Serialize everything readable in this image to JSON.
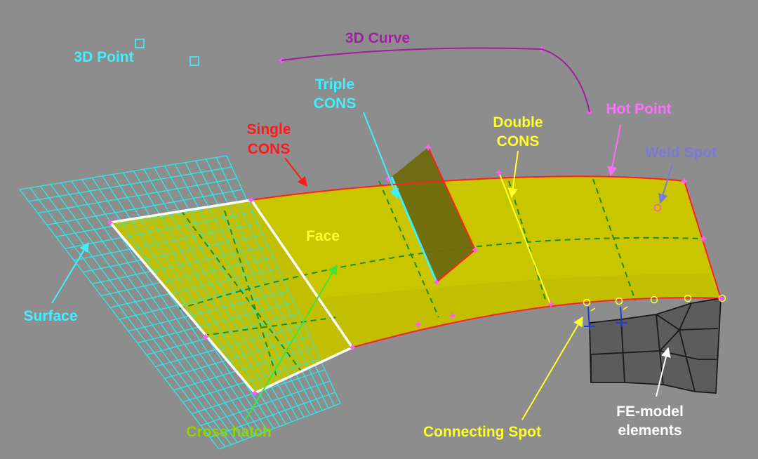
{
  "labels": {
    "point3d": "3D Point",
    "curve3d": "3D Curve",
    "triple_cons_1": "Triple",
    "triple_cons_2": "CONS",
    "single_cons_1": "Single",
    "single_cons_2": "CONS",
    "double_cons_1": "Double",
    "double_cons_2": "CONS",
    "hot_point": "Hot Point",
    "weld_spot": "Weld Spot",
    "face": "Face",
    "surface": "Surface",
    "cross_hatch": "Cross hatch",
    "connecting_spot": "Connecting Spot",
    "fe_model_1": "FE-model",
    "fe_model_2": "elements"
  },
  "colors": {
    "background": "#8d8d8d",
    "face_fill": "#c9c600",
    "face_shadow": "#a8a500",
    "triple_flap": "#6e6a10",
    "cons_edge": "#ff2020",
    "boundary": "#ffffff",
    "surface_grid": "#2fe6e6",
    "cross_hatch": "#1f8c1f",
    "hot_point": "#ff5cff",
    "curve": "#a020a0",
    "fe_elements": "#5c5c5c",
    "label_cyan": "#3ff0ff",
    "label_red": "#ff1a1a",
    "label_yellow": "#ffff2a",
    "label_magenta": "#ff6cff",
    "label_violet": "#7a7ad8",
    "label_green": "#8fd400",
    "label_white": "#ffffff"
  }
}
